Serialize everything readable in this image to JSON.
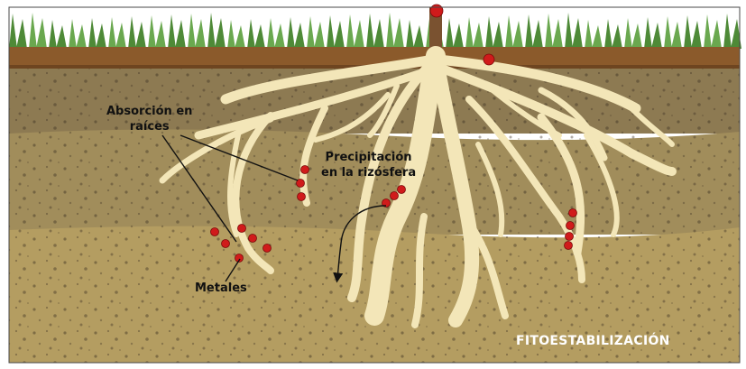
{
  "labels": {
    "absorcion_line1": "Absorción en",
    "absorcion_line2": "raíces",
    "precipitacion_line1": "Precipitación",
    "precipitacion_line2": "en la rizósfera",
    "metales": "Metales",
    "title": "FITOESTABILIZACIÓN"
  },
  "colors": {
    "grass": "#6aa84f",
    "topsoil": "#8b5a2b",
    "soil_upper": "#8d7a52",
    "soil_mid": "#a18d5b",
    "soil_lower": "#b49d61",
    "root": "#f3e6b8",
    "metal_particle": "#d01b1b",
    "trunk": "#7a5230"
  }
}
